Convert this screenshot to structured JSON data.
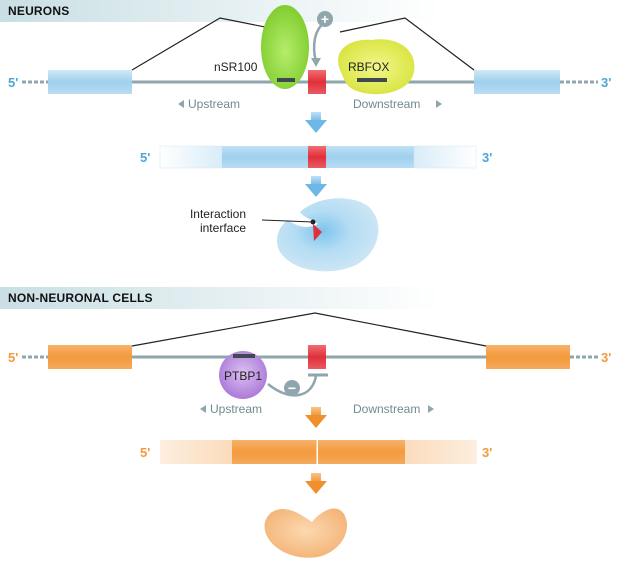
{
  "colors": {
    "neuron_blue": "#4da6d9",
    "exon_blue": "#9fd0ee",
    "alt_exon_red": "#e0303a",
    "nsr100_green": "#8fd63a",
    "rbfox_yellow": "#dfe94a",
    "nonneuronal_orange": "#f39a3c",
    "ptbp1_purple": "#b07fd8",
    "grey_line": "#8fa6ad"
  },
  "neurons": {
    "header": "NEURONS",
    "five_prime": "5'",
    "three_prime": "3'",
    "nsr100_label": "nSR100",
    "rbfox_label": "RBFOX",
    "plus_symbol": "+",
    "upstream_label": "Upstream",
    "downstream_label": "Downstream",
    "mrna_five_prime": "5'",
    "mrna_three_prime": "3'",
    "interaction_line1": "Interaction",
    "interaction_line2": "interface"
  },
  "non_neuronal": {
    "header": "NON-NEURONAL CELLS",
    "five_prime": "5'",
    "three_prime": "3'",
    "ptbp1_label": "PTBP1",
    "minus_symbol": "−",
    "upstream_label": "Upstream",
    "downstream_label": "Downstream",
    "mrna_five_prime": "5'",
    "mrna_three_prime": "3'"
  }
}
